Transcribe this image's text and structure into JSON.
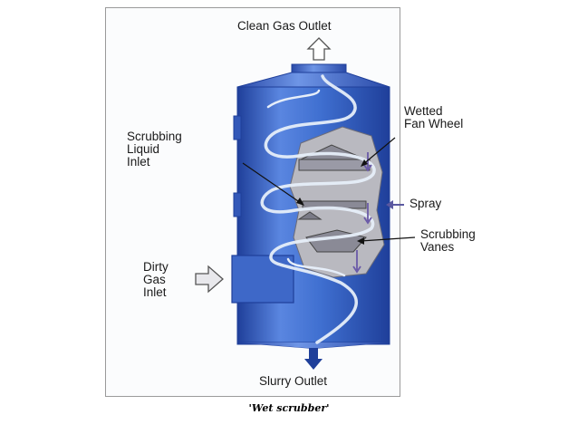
{
  "labels": {
    "clean_gas_outlet": "Clean Gas Outlet",
    "wetted_fan_wheel": "Wetted\nFan Wheel",
    "scrubbing_liquid_inlet": "Scrubbing\nLiquid\nInlet",
    "spray": "Spray",
    "scrubbing_vanes": "Scrubbing\nVanes",
    "dirty_gas_inlet": "Dirty\nGas\nInlet",
    "slurry_outlet": "Slurry Outlet"
  },
  "caption": "'Wet scrubber'",
  "colors": {
    "vessel_blue": "#3f6fd0",
    "vessel_dark": "#1f3f9a",
    "vessel_light": "#8fb0f0",
    "cutaway_gray": "#b9b9c0",
    "swirl": "#e6eef9",
    "arrow_purple": "#6a5aa8"
  }
}
